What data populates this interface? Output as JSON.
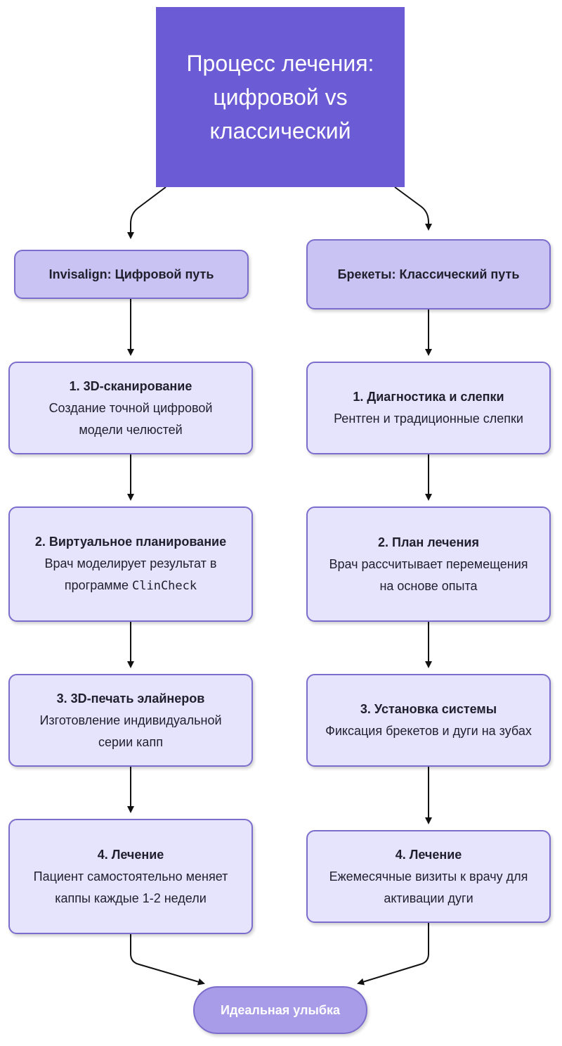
{
  "title": "Процесс лечения: цифровой vs классический",
  "left": {
    "header": "Invisalign: Цифровой путь",
    "steps": [
      {
        "title": "1. 3D-сканирование",
        "desc": "Создание точной цифровой модели челюстей"
      },
      {
        "title": "2. Виртуальное планирование",
        "desc": "Врач моделирует результат в программе",
        "desc_code": "ClinCheck"
      },
      {
        "title": "3. 3D-печать элайнеров",
        "desc": "Изготовление индивидуальной серии капп"
      },
      {
        "title": "4. Лечение",
        "desc": "Пациент самостоятельно меняет каппы каждые 1-2 недели"
      }
    ]
  },
  "right": {
    "header": "Брекеты: Классический путь",
    "steps": [
      {
        "title": "1. Диагностика и слепки",
        "desc": "Рентген и традиционные слепки"
      },
      {
        "title": "2. План лечения",
        "desc": "Врач рассчитывает перемещения на основе опыта"
      },
      {
        "title": "3. Установка системы",
        "desc": "Фиксация брекетов и дуги на зубах"
      },
      {
        "title": "4. Лечение",
        "desc": "Ежемесячные визиты к врачу для активации дуги"
      }
    ]
  },
  "result": "Идеальная улыбка",
  "colors": {
    "title_fill": "#6b5cd6",
    "branch_fill": "#c8c3f3",
    "step_fill": "#e6e3fc",
    "border": "#7b6dcc",
    "result_fill": "#a89ce8",
    "edge": "#111111"
  }
}
